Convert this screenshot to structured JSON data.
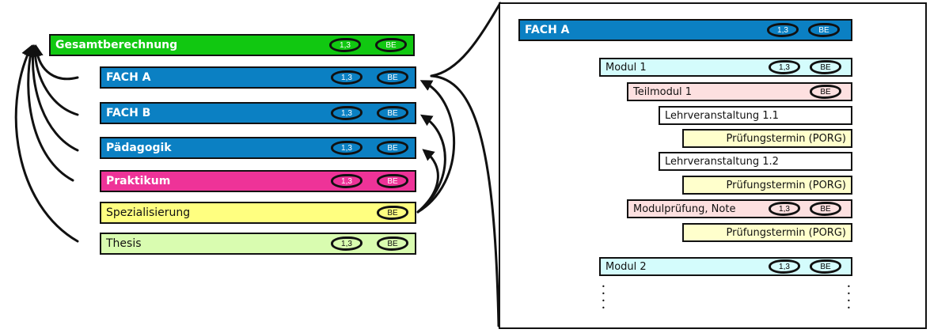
{
  "overview": {
    "items": [
      {
        "label": "Gesamtberechnung",
        "grade": "1,3",
        "credits": "BE",
        "color": "#11c811",
        "text_color": "#ffffff"
      },
      {
        "label": "FACH A",
        "grade": "1,3",
        "credits": "BE",
        "color": "#0b80c3",
        "text_color": "#ffffff"
      },
      {
        "label": "FACH B",
        "grade": "1,3",
        "credits": "BE",
        "color": "#0b80c3",
        "text_color": "#ffffff"
      },
      {
        "label": "Pädagogik",
        "grade": "1,3",
        "credits": "BE",
        "color": "#0b80c3",
        "text_color": "#ffffff"
      },
      {
        "label": "Praktikum",
        "grade": "1,3",
        "credits": "BE",
        "color": "#ee3398",
        "text_color": "#ffffff"
      },
      {
        "label": "Spezialisierung",
        "grade": null,
        "credits": "BE",
        "color": "#ffff80",
        "text_color": "#111111"
      },
      {
        "label": "Thesis",
        "grade": "1,3",
        "credits": "BE",
        "color": "#d9fcb0",
        "text_color": "#111111"
      }
    ]
  },
  "detail": {
    "header": {
      "label": "FACH A",
      "grade": "1,3",
      "credits": "BE",
      "color": "#0b80c3"
    },
    "items": [
      {
        "label": "Modul 1",
        "grade": "1,3",
        "credits": "BE",
        "color": "#d4fcfc"
      },
      {
        "label": "Teilmodul 1",
        "grade": null,
        "credits": "BE",
        "color": "#fde0e0"
      },
      {
        "label": "Lehrveranstaltung 1.1",
        "grade": null,
        "credits": null,
        "color": "#ffffff"
      },
      {
        "label": "Prüfungstermin (PORG)",
        "grade": null,
        "credits": null,
        "color": "#ffffcc"
      },
      {
        "label": "Lehrveranstaltung 1.2",
        "grade": null,
        "credits": null,
        "color": "#ffffff"
      },
      {
        "label": "Prüfungstermin (PORG)",
        "grade": null,
        "credits": null,
        "color": "#ffffcc"
      },
      {
        "label": "Modulprüfung, Note",
        "grade": "1,3",
        "credits": "BE",
        "color": "#fde0e0"
      },
      {
        "label": "Prüfungstermin (PORG)",
        "grade": null,
        "credits": null,
        "color": "#ffffcc"
      },
      {
        "label": "Modul 2",
        "grade": "1,3",
        "credits": "BE",
        "color": "#d4fcfc"
      }
    ],
    "continuation": "⋮"
  }
}
